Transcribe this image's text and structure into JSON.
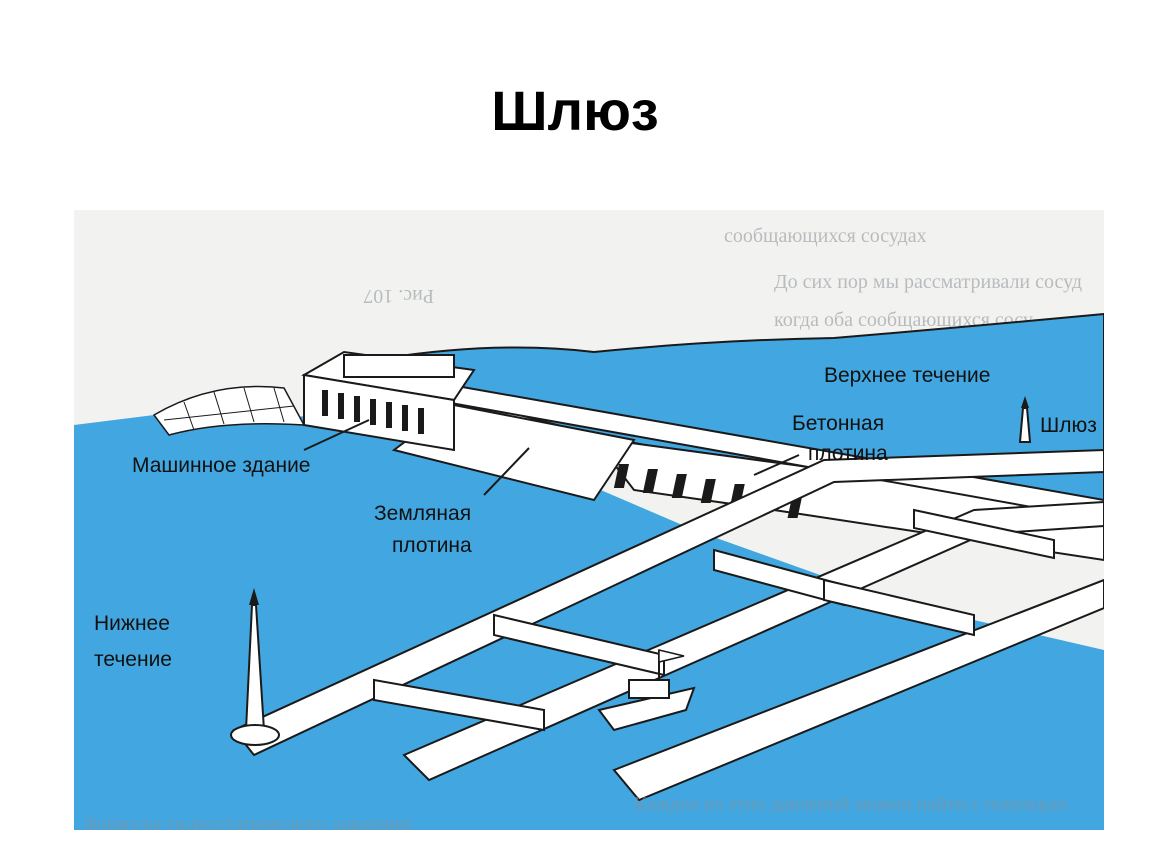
{
  "slide": {
    "title": "Шлюз"
  },
  "diagram": {
    "labels": {
      "upper_course": "Верхнее течение",
      "concrete_dam_1": "Бетонная",
      "concrete_dam_2": "плотина",
      "lock": "Шлюз",
      "power_house": "Машинное здание",
      "earth_dam_1": "Земляная",
      "earth_dam_2": "плотина",
      "lower_course_1": "Нижнее",
      "lower_course_2": "течение"
    },
    "bleed_text": {
      "line1": "сообщающихся сосудах",
      "line2": "До сих пор мы рассматривали сосуд",
      "line3": "когда оба сообщающихся сосу",
      "fig": "Рис. 107",
      "bottom1": "Каждое из этих давлений можно найти с помощью",
      "bottom2": "формулы гидростатического давления:"
    },
    "colors": {
      "water": "#42a7e0",
      "paper": "#f2f3f1",
      "ink": "#1a1a1a",
      "concrete": "#ffffff"
    }
  }
}
